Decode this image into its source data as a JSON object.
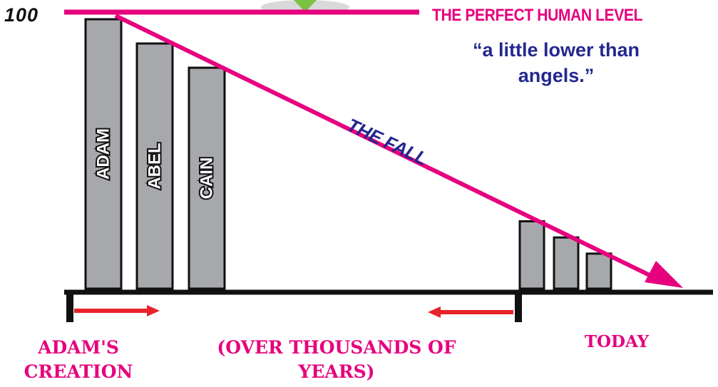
{
  "level": {
    "value": "100",
    "label": "THE PERFECT HUMAN LEVEL"
  },
  "quote": "“a little lower than angels.”",
  "fall_label": "THE FALL",
  "figures": [
    {
      "name": "ADAM",
      "height_fraction": 1.0
    },
    {
      "name": "ABEL",
      "height_fraction": 0.91
    },
    {
      "name": "CAIN",
      "height_fraction": 0.82
    }
  ],
  "today_bars": [
    {
      "height_fraction": 0.25
    },
    {
      "height_fraction": 0.19
    },
    {
      "height_fraction": 0.13
    }
  ],
  "timeline": {
    "start_label": "ADAM'S CREATION",
    "span_label": "(OVER THOUSANDS OF YEARS)",
    "end_label": "TODAY"
  },
  "colors": {
    "magenta": "#e6007e",
    "navy": "#23288f",
    "red": "#e8232a",
    "bar_fill": "#a6a8ac",
    "ink": "#111111",
    "green": "#7cc142"
  }
}
